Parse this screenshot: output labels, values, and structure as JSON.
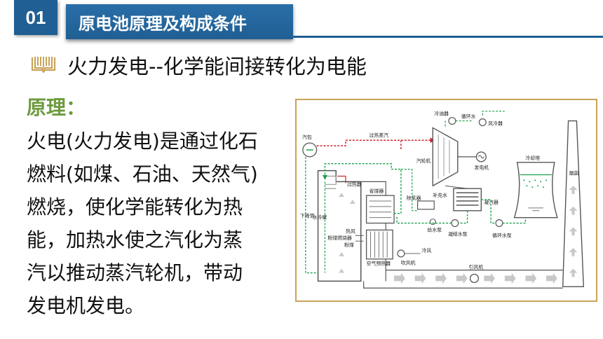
{
  "header": {
    "section_number": "01",
    "section_title": "原电池原理及构成条件"
  },
  "subtitle": "火力发电--化学能间接转化为电能",
  "principle": {
    "label": "原理：",
    "lines": [
      "火电(火力发电)是通过化石",
      "燃料(如煤、石油、天然气)",
      "燃烧，使化学能转化为热",
      "能，加热水使之汽化为蒸",
      "汽以推动蒸汽轮机，带动",
      "发电机发电。"
    ]
  },
  "diagram": {
    "labels": {
      "drum": "汽包",
      "superheated_steam": "过热蒸汽",
      "cold_oil_device": "冷油器",
      "circulating_water": "循环水",
      "air_cooler": "风冷器",
      "turbine": "汽轮机",
      "generator": "发电机",
      "cooling_tower": "冷却塔",
      "superheater": "过热器",
      "economizer": "省煤器",
      "deaerator": "除氧器",
      "makeup_water": "补充水",
      "condenser": "凝汽器",
      "chimney": "烟囱",
      "downcomer": "下降管",
      "water_wall": "水冷壁",
      "feed_pump": "给水泵",
      "circ_pump": "循环水泵",
      "condensate_pump": "凝结水泵",
      "pulverized_burner": "粉煤燃烧器",
      "hot_air": "热风",
      "pulverized_coal": "粉煤",
      "cold_air": "冷风",
      "air_preheater": "空气预热器",
      "blower": "吹风机",
      "induced_fan": "引风机"
    },
    "colors": {
      "water": "#1aa04a",
      "steam": "#d0232a",
      "equipment": "#555555",
      "gas_arrow": "#c8c8c8"
    }
  }
}
